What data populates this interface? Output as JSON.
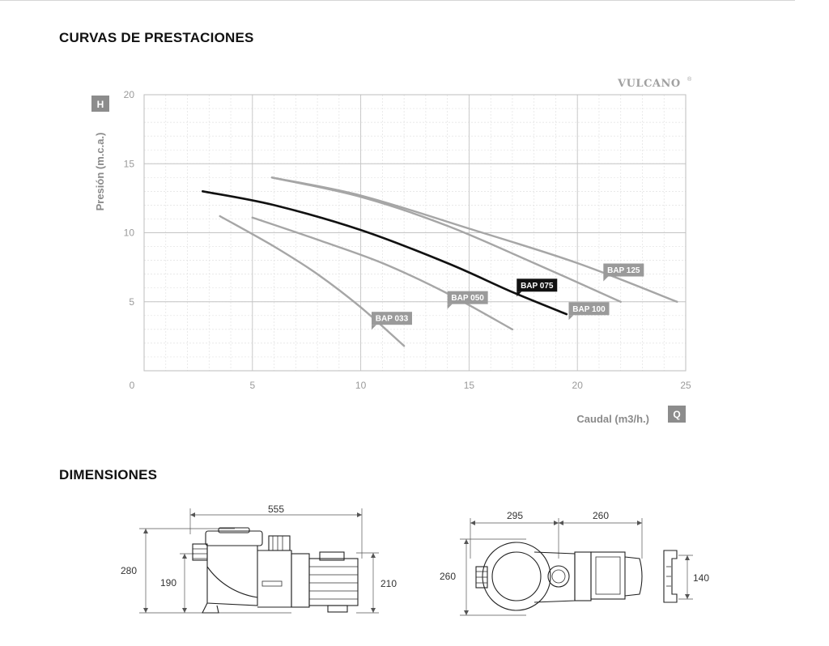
{
  "headings": {
    "curves": "CURVAS DE PRESTACIONES",
    "dimensions": "DIMENSIONES"
  },
  "brand": "VULCANO",
  "brand_mark": "®",
  "chart_data": {
    "type": "line",
    "xlabel": "Caudal (m3/h.)",
    "ylabel": "Presión (m.c.a.)",
    "x_badge": "Q",
    "y_badge": "H",
    "xlim": [
      0,
      25
    ],
    "ylim": [
      0,
      20
    ],
    "x_ticks": [
      0,
      5,
      10,
      15,
      20,
      25
    ],
    "y_ticks": [
      5,
      10,
      15,
      20
    ],
    "origin_label": "0",
    "grid": true,
    "series": [
      {
        "name": "BAP 033",
        "x": [
          3.5,
          6,
          8,
          10,
          12
        ],
        "y": [
          11.2,
          9,
          7,
          4.6,
          1.8
        ],
        "color": "#a6a6a6",
        "label_at": [
          10.5,
          3.8
        ]
      },
      {
        "name": "BAP 050",
        "x": [
          5,
          8,
          11,
          14,
          17
        ],
        "y": [
          11.1,
          9.5,
          7.8,
          5.6,
          3.0
        ],
        "color": "#a6a6a6",
        "label_at": [
          14.0,
          5.3
        ]
      },
      {
        "name": "BAP 075",
        "x": [
          2.7,
          6,
          10,
          14,
          17,
          19.5
        ],
        "y": [
          13.0,
          12.0,
          10.2,
          7.8,
          5.7,
          4.1
        ],
        "color": "#111111",
        "label_at": [
          17.2,
          6.2
        ]
      },
      {
        "name": "BAP 100",
        "x": [
          5.9,
          10,
          14,
          18,
          22
        ],
        "y": [
          14.0,
          12.6,
          10.5,
          7.8,
          5.0
        ],
        "color": "#a6a6a6",
        "label_at": [
          19.6,
          4.5
        ]
      },
      {
        "name": "BAP 125",
        "x": [
          5.9,
          10,
          15,
          20,
          24.6
        ],
        "y": [
          14.0,
          12.7,
          10.3,
          7.8,
          5.0
        ],
        "color": "#a6a6a6",
        "label_at": [
          21.2,
          7.3
        ]
      }
    ]
  },
  "dimensions": {
    "side_length": "555",
    "side_height": "280",
    "side_inner_height": "190",
    "side_motor_height": "210",
    "top_left_length": "295",
    "top_right_length": "260",
    "top_height": "260",
    "end_height": "140"
  }
}
